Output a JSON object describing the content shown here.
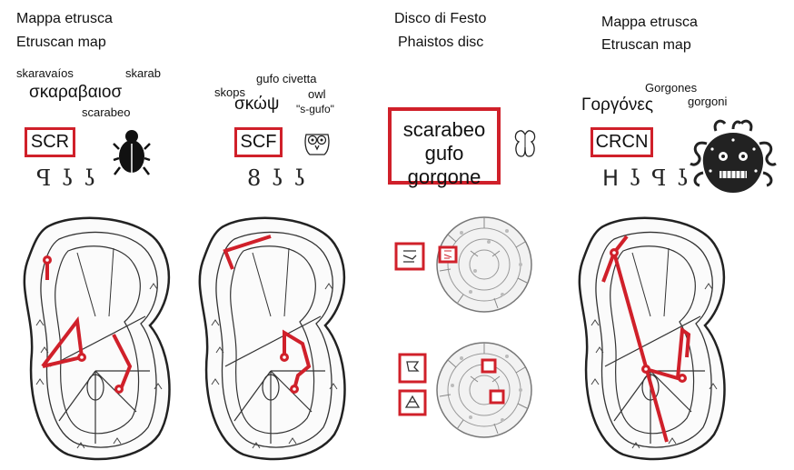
{
  "panels": [
    {
      "title_it": "Mappa etrusca",
      "title_en": "Etruscan map",
      "words": [
        "skaravaíos",
        "skarab",
        "σκαραβαιοσ",
        "scarabeo"
      ],
      "code": "SCR",
      "glyphs": "ꟼ ʖ ʖ",
      "icon": "scarab-icon"
    },
    {
      "words": [
        "gufo civetta",
        "skops",
        "owl",
        "σκώψ",
        "\"s-gufo\""
      ],
      "code": "SCF",
      "glyphs": "8 ʖ ʖ",
      "icon": "owl-icon"
    },
    {
      "title_it": "Disco di Festo",
      "title_en": "Phaistos disc",
      "lines": [
        "scarabeo",
        "gufo",
        "gorgone"
      ],
      "icon": "phaistos-glyph-icon"
    },
    {
      "title_it": "Mappa etrusca",
      "title_en": "Etruscan map",
      "words": [
        "Gorgones",
        "Γοργόνες",
        "gorgoni"
      ],
      "code": "CRCN",
      "glyphs": "ᕼ ʖ ꟼ ʖ",
      "icon": "gorgon-icon"
    }
  ],
  "colors": {
    "accent": "#d0202a",
    "ink": "#111111"
  }
}
